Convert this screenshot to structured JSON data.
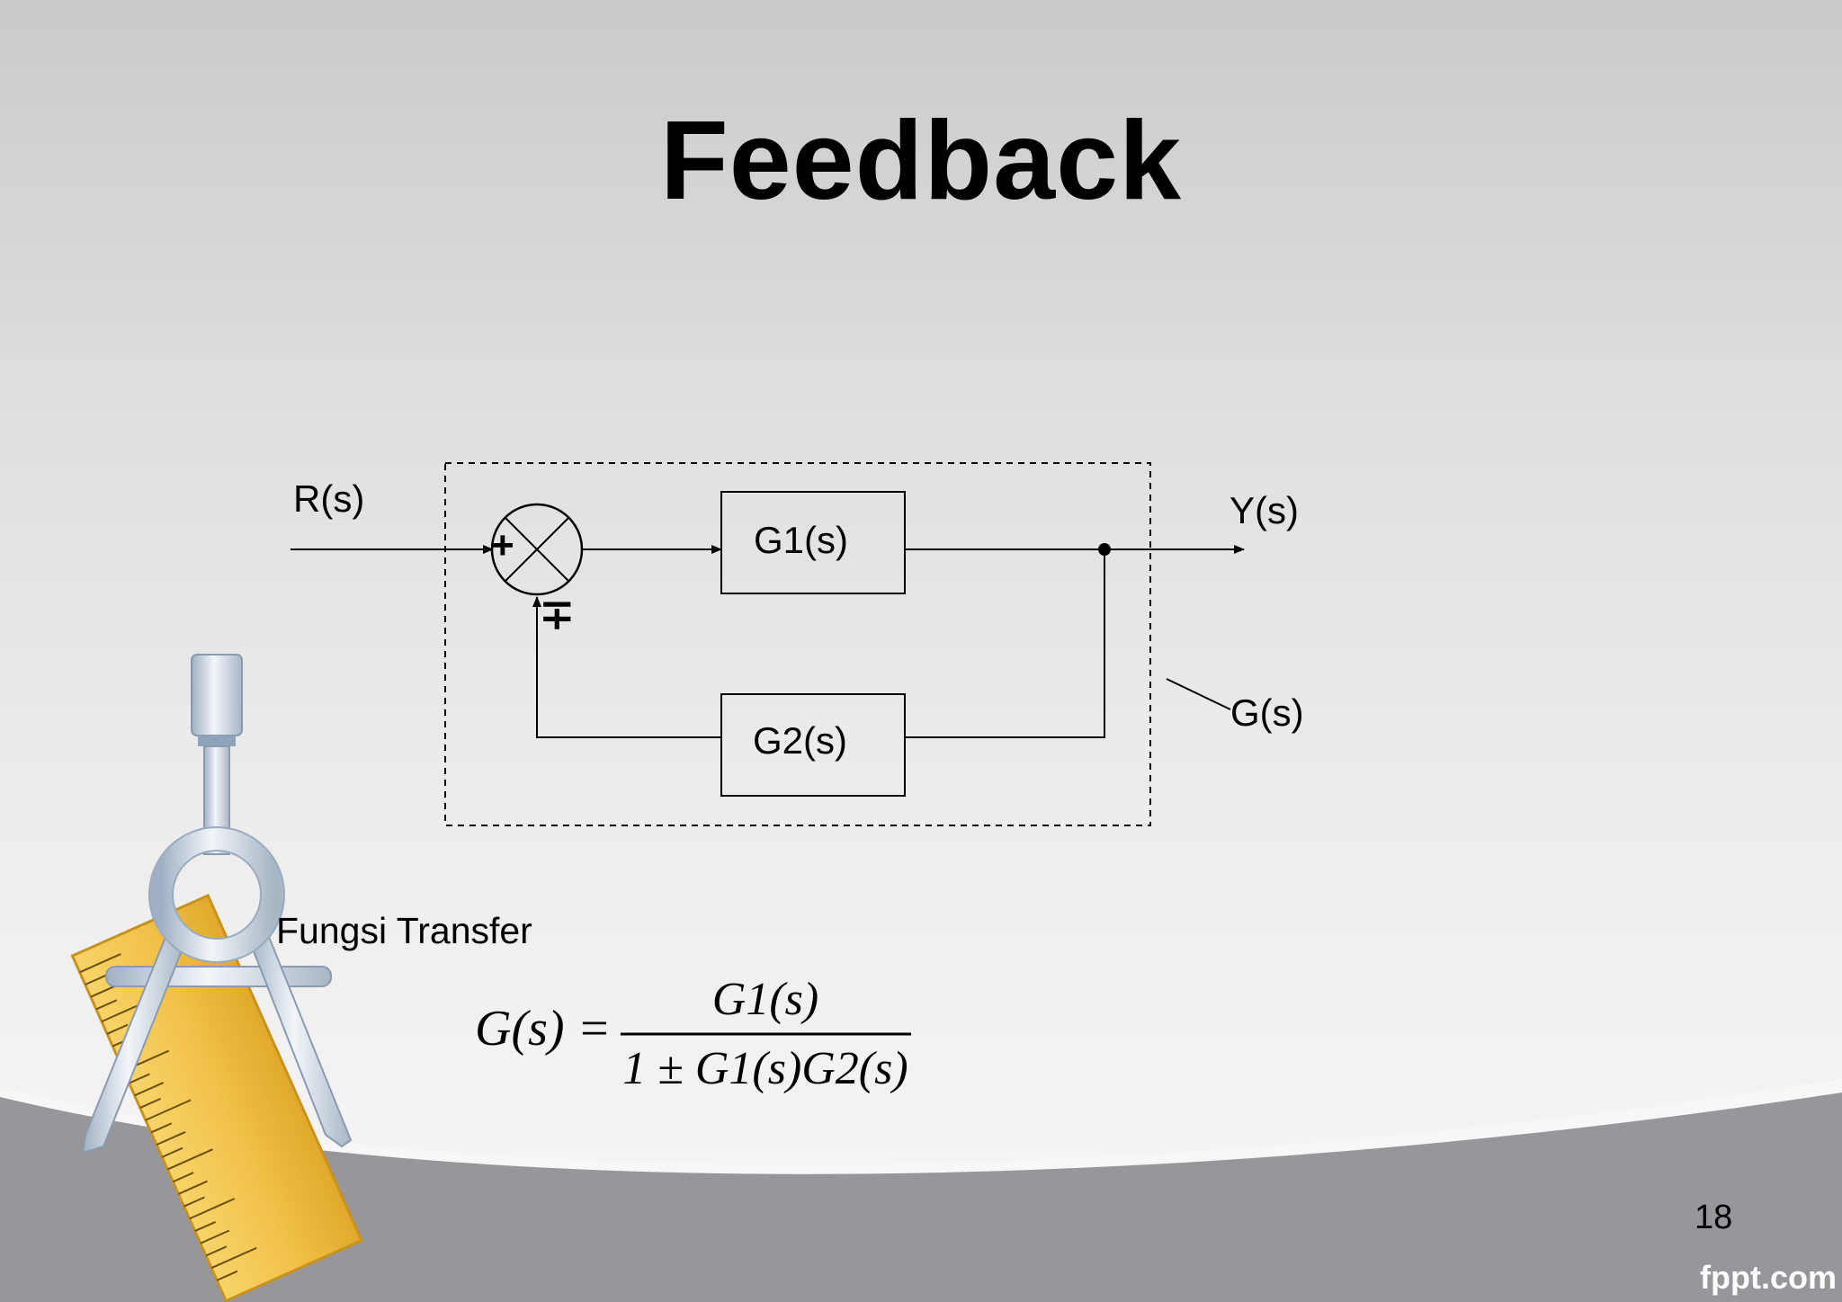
{
  "slide": {
    "title": "Feedback",
    "page_number": "18",
    "watermark": "fppt.com"
  },
  "diagram": {
    "input_label": "R(s)",
    "output_label": "Y(s)",
    "forward_block": "G1(s)",
    "feedback_block": "G2(s)",
    "overall_label": "G(s)",
    "summer_plus_sign": "+",
    "summer_feedback_sign": "∓"
  },
  "transfer_function": {
    "heading": "Fungsi Transfer",
    "lhs": "G(s) =",
    "numerator": "G1(s)",
    "denominator": "1 ± G1(s)G2(s)"
  },
  "colors": {
    "background_top": "#cacaca",
    "background_bottom": "#f5f5f5",
    "footer_band": "#97969a",
    "ruler": "#f2c24a"
  }
}
